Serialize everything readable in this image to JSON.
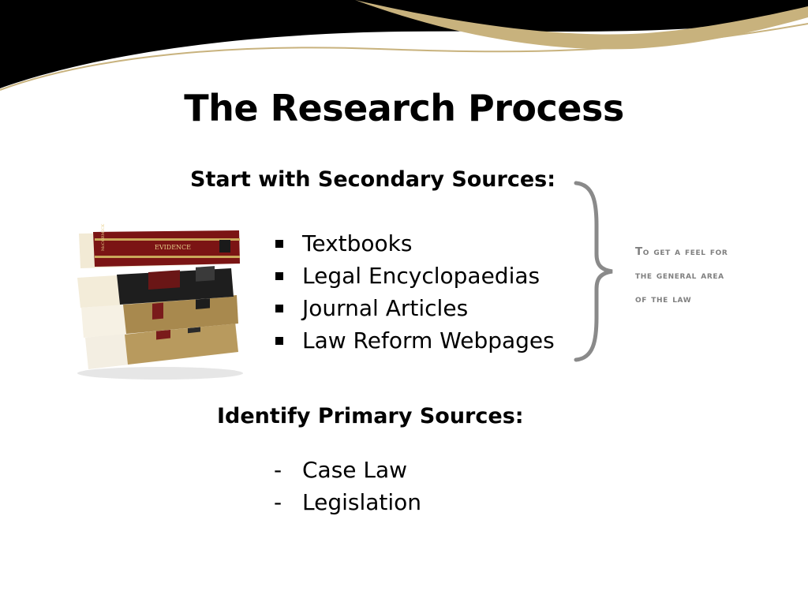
{
  "slide": {
    "title": "The Research Process",
    "secondary": {
      "heading": "Start with Secondary Sources:",
      "items": [
        "Textbooks",
        "Legal Encyclopaedias",
        "Journal Articles",
        "Law Reform Webpages"
      ]
    },
    "note": {
      "lines": [
        "To get a feel for",
        "the general area",
        "of the law"
      ]
    },
    "primary": {
      "heading": "Identify Primary Sources:",
      "items": [
        "Case Law",
        "Legislation"
      ],
      "marker": "-"
    },
    "book_spine_labels": [
      "EVIDENCE",
      "McCORMICK"
    ]
  },
  "colors": {
    "wave_dark": "#000000",
    "wave_gold": "#c8b27d",
    "note_text": "#7f7f7f",
    "brace": "#8a8a8a"
  }
}
